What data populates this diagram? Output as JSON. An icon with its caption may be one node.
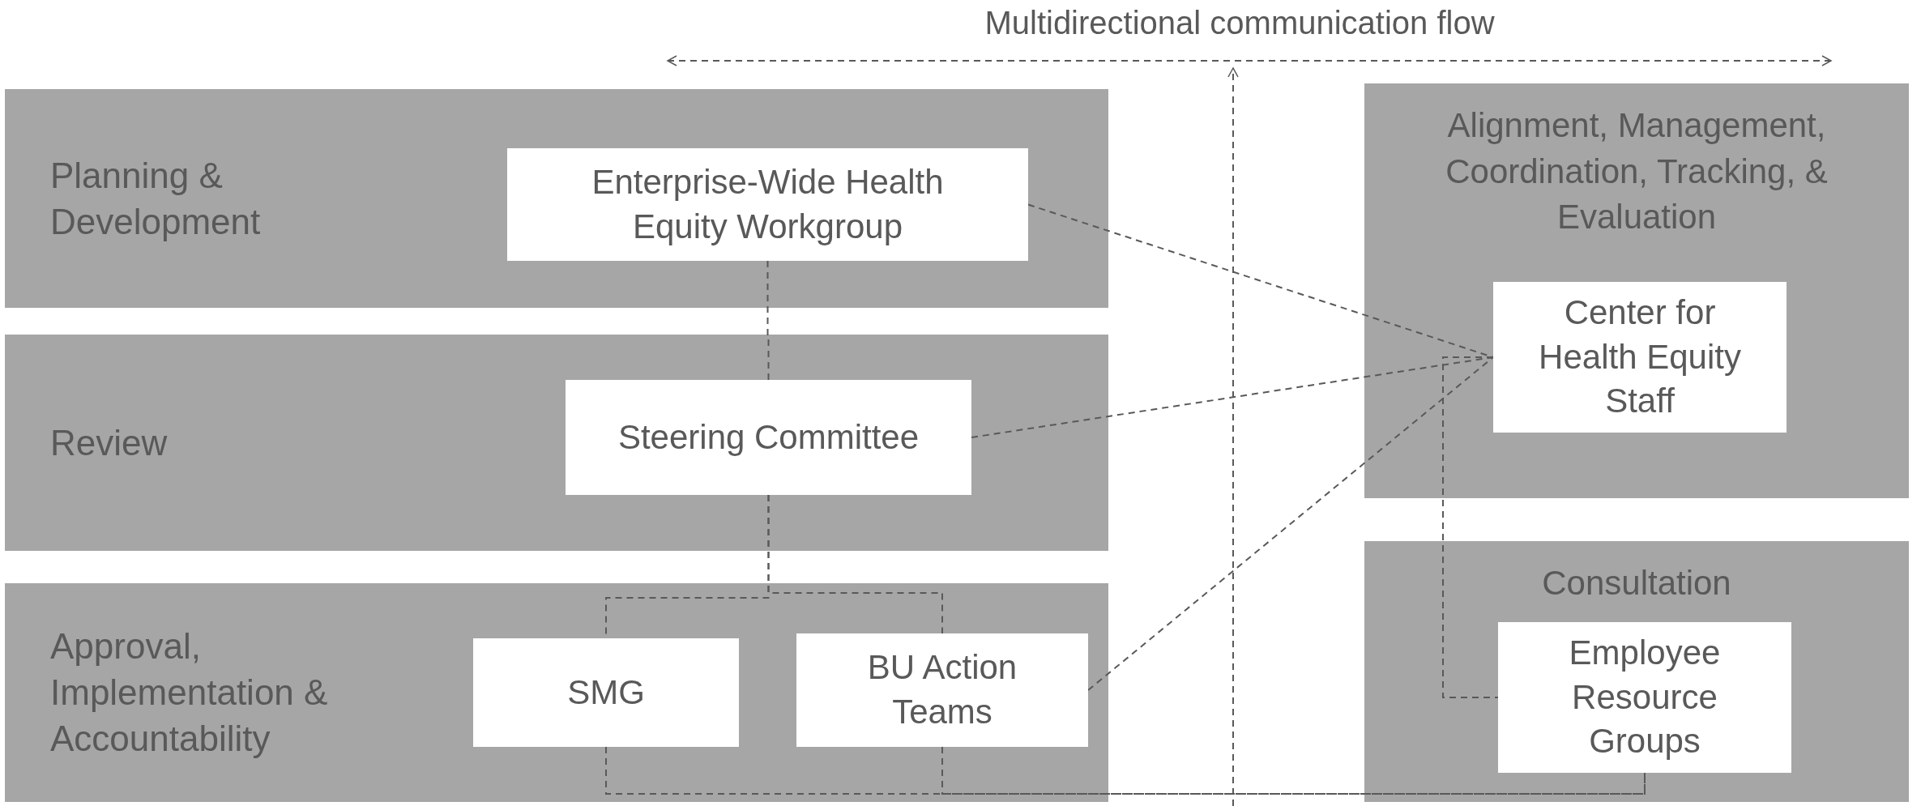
{
  "diagram": {
    "title": "Multidirectional communication flow",
    "nodes": [
      {
        "text": [
          "Planning & Development"
        ]
      },
      {
        "text": [
          "Enterprise-Wide Health Equity Workgroup"
        ],
        "in": 0
      },
      {
        "text": [
          "Review"
        ]
      },
      {
        "text": [
          "Steering Committee"
        ],
        "in": 2
      },
      {
        "text": [
          "Approval, Implementation & Accountability"
        ]
      },
      {
        "text": [
          "SMG"
        ],
        "in": 4
      },
      {
        "text": [
          "BU Action Teams"
        ],
        "in": 4
      },
      {
        "text": [
          "Alignment, Management, Coordination, Tracking, & Evaluation"
        ]
      },
      {
        "text": [
          "Center for Health Equity Staff"
        ],
        "in": 7
      },
      {
        "text": [
          "Consultation"
        ]
      },
      {
        "text": [
          "Employee Resource Groups"
        ],
        "in": 9
      }
    ],
    "edges": [
      {
        "from": 1,
        "to": 8,
        "arrow": "none",
        "style": "dashed"
      },
      {
        "from": 3,
        "to": 8,
        "arrow": "none",
        "style": "dashed"
      },
      {
        "from": 6,
        "to": 8,
        "arrow": "none",
        "style": "dashed"
      },
      {
        "from": 1,
        "to": 3,
        "arrow": "none",
        "style": "dashed"
      },
      {
        "from": 3,
        "to": 5,
        "arrow": "none",
        "style": "dashed"
      },
      {
        "from": 3,
        "to": 6,
        "arrow": "none",
        "style": "dashed"
      },
      {
        "from": 5,
        "to": 10,
        "arrow": "none",
        "style": "dashed"
      },
      {
        "from": 6,
        "to": 10,
        "arrow": "none",
        "style": "dashed"
      },
      {
        "from": 8,
        "to": 10,
        "arrow": "none",
        "style": "dashed"
      }
    ]
  }
}
